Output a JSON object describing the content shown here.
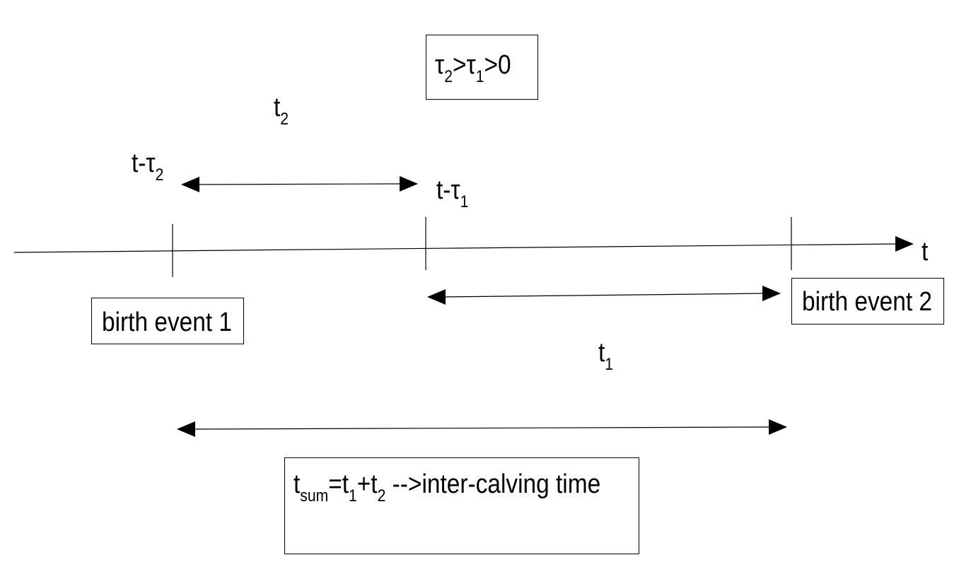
{
  "condition": {
    "sym1": "τ",
    "sub1": "2",
    "sym2": ">τ",
    "sub2": "1",
    "tail": ">0"
  },
  "labels": {
    "t2": {
      "base": "t",
      "sub": "2"
    },
    "t_tau2": {
      "base": "t-τ",
      "sub": "2"
    },
    "t_tau1": {
      "base": "t-τ",
      "sub": "1"
    },
    "t1": {
      "base": "t",
      "sub": "1"
    },
    "axis_t": "t"
  },
  "events": {
    "event1": "birth event 1",
    "event2": "birth event 2"
  },
  "sum": {
    "base": "t",
    "sub": "sum",
    "eq": "=t",
    "sub1": "1",
    "plus": "+t",
    "sub2": "2",
    "tail": " -->inter-calving time"
  }
}
